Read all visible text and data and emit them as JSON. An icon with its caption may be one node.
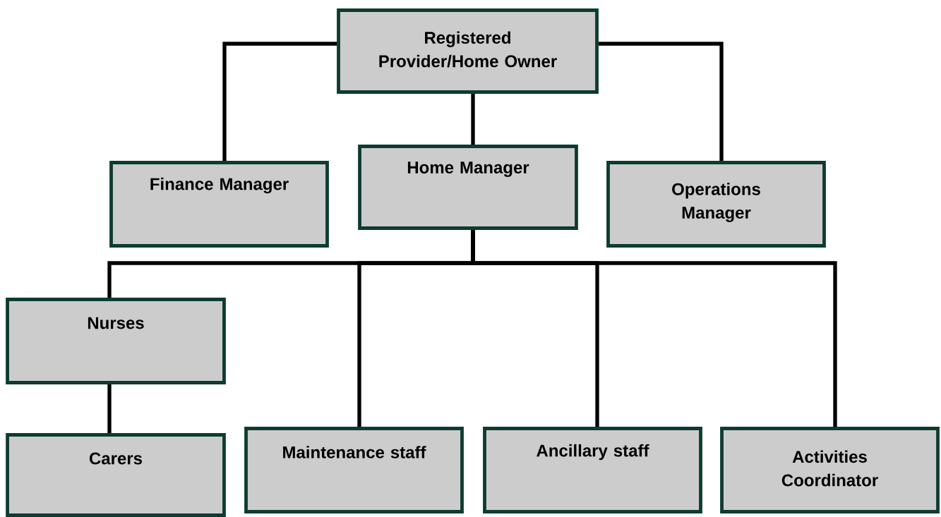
{
  "diagram": {
    "nodes": [
      {
        "text": [
          "Registered Provider/Home Owner"
        ]
      },
      {
        "text": [
          "Finance Manager"
        ]
      },
      {
        "text": [
          "Home Manager"
        ]
      },
      {
        "text": [
          "Operations Manager"
        ]
      },
      {
        "text": [
          "Nurses"
        ]
      },
      {
        "text": [
          "Carers"
        ]
      },
      {
        "text": [
          "Maintenance staff"
        ]
      },
      {
        "text": [
          "Ancillary staff"
        ]
      },
      {
        "text": [
          "Activities Coordinator"
        ]
      }
    ],
    "edges": [
      {
        "from": 0,
        "to": 1,
        "arrow": "none"
      },
      {
        "from": 0,
        "to": 2,
        "arrow": "none"
      },
      {
        "from": 0,
        "to": 3,
        "arrow": "none"
      },
      {
        "from": 2,
        "to": 4,
        "arrow": "none"
      },
      {
        "from": 2,
        "to": 6,
        "arrow": "none"
      },
      {
        "from": 2,
        "to": 7,
        "arrow": "none"
      },
      {
        "from": 2,
        "to": 8,
        "arrow": "none"
      },
      {
        "from": 4,
        "to": 5,
        "arrow": "none"
      }
    ]
  }
}
